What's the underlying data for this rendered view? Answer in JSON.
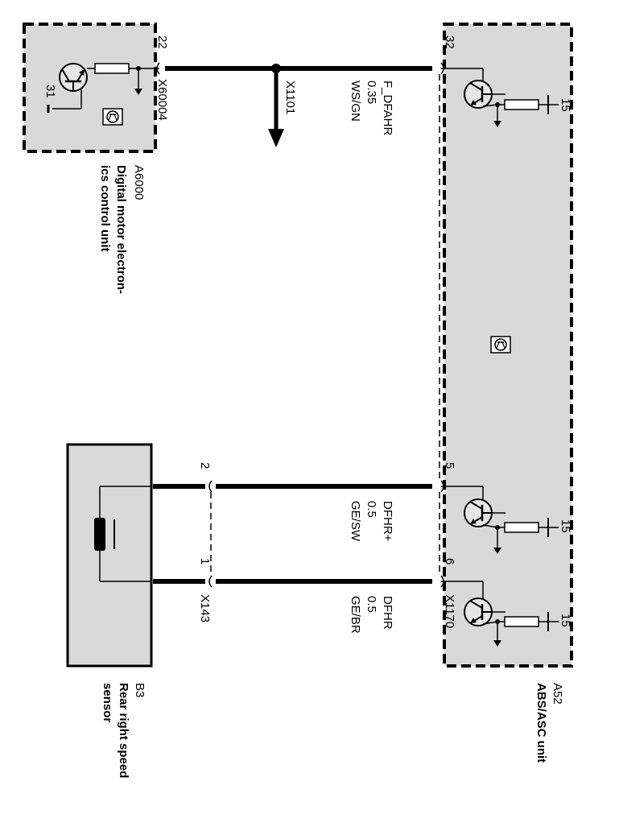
{
  "modules": {
    "dme": {
      "id": "A6000",
      "name_line1": "Digital motor electron-",
      "name_line2": "ics control unit",
      "connector": "X60004",
      "pin": "22",
      "ground_label": "31"
    },
    "abs": {
      "id": "A52",
      "name": "ABS/ASC unit",
      "connector_top": "32",
      "connector_pins": [
        "5",
        "6"
      ],
      "connector": "X1170",
      "supply_label": "15"
    },
    "sensor": {
      "id": "B3",
      "name_line1": "Rear right speed",
      "name_line2": "sensor",
      "connector": "X143",
      "pins": [
        "2",
        "1"
      ]
    }
  },
  "wires": {
    "top": {
      "name": "F_DFAHR",
      "size": "0.35",
      "color": "WS/GN",
      "branch": "X1101"
    },
    "plus": {
      "name": "DFHR+",
      "size": "0.5",
      "color": "GE/SW"
    },
    "minus": {
      "name": "DFHR",
      "size": "0.5",
      "color": "GE/BR"
    }
  }
}
